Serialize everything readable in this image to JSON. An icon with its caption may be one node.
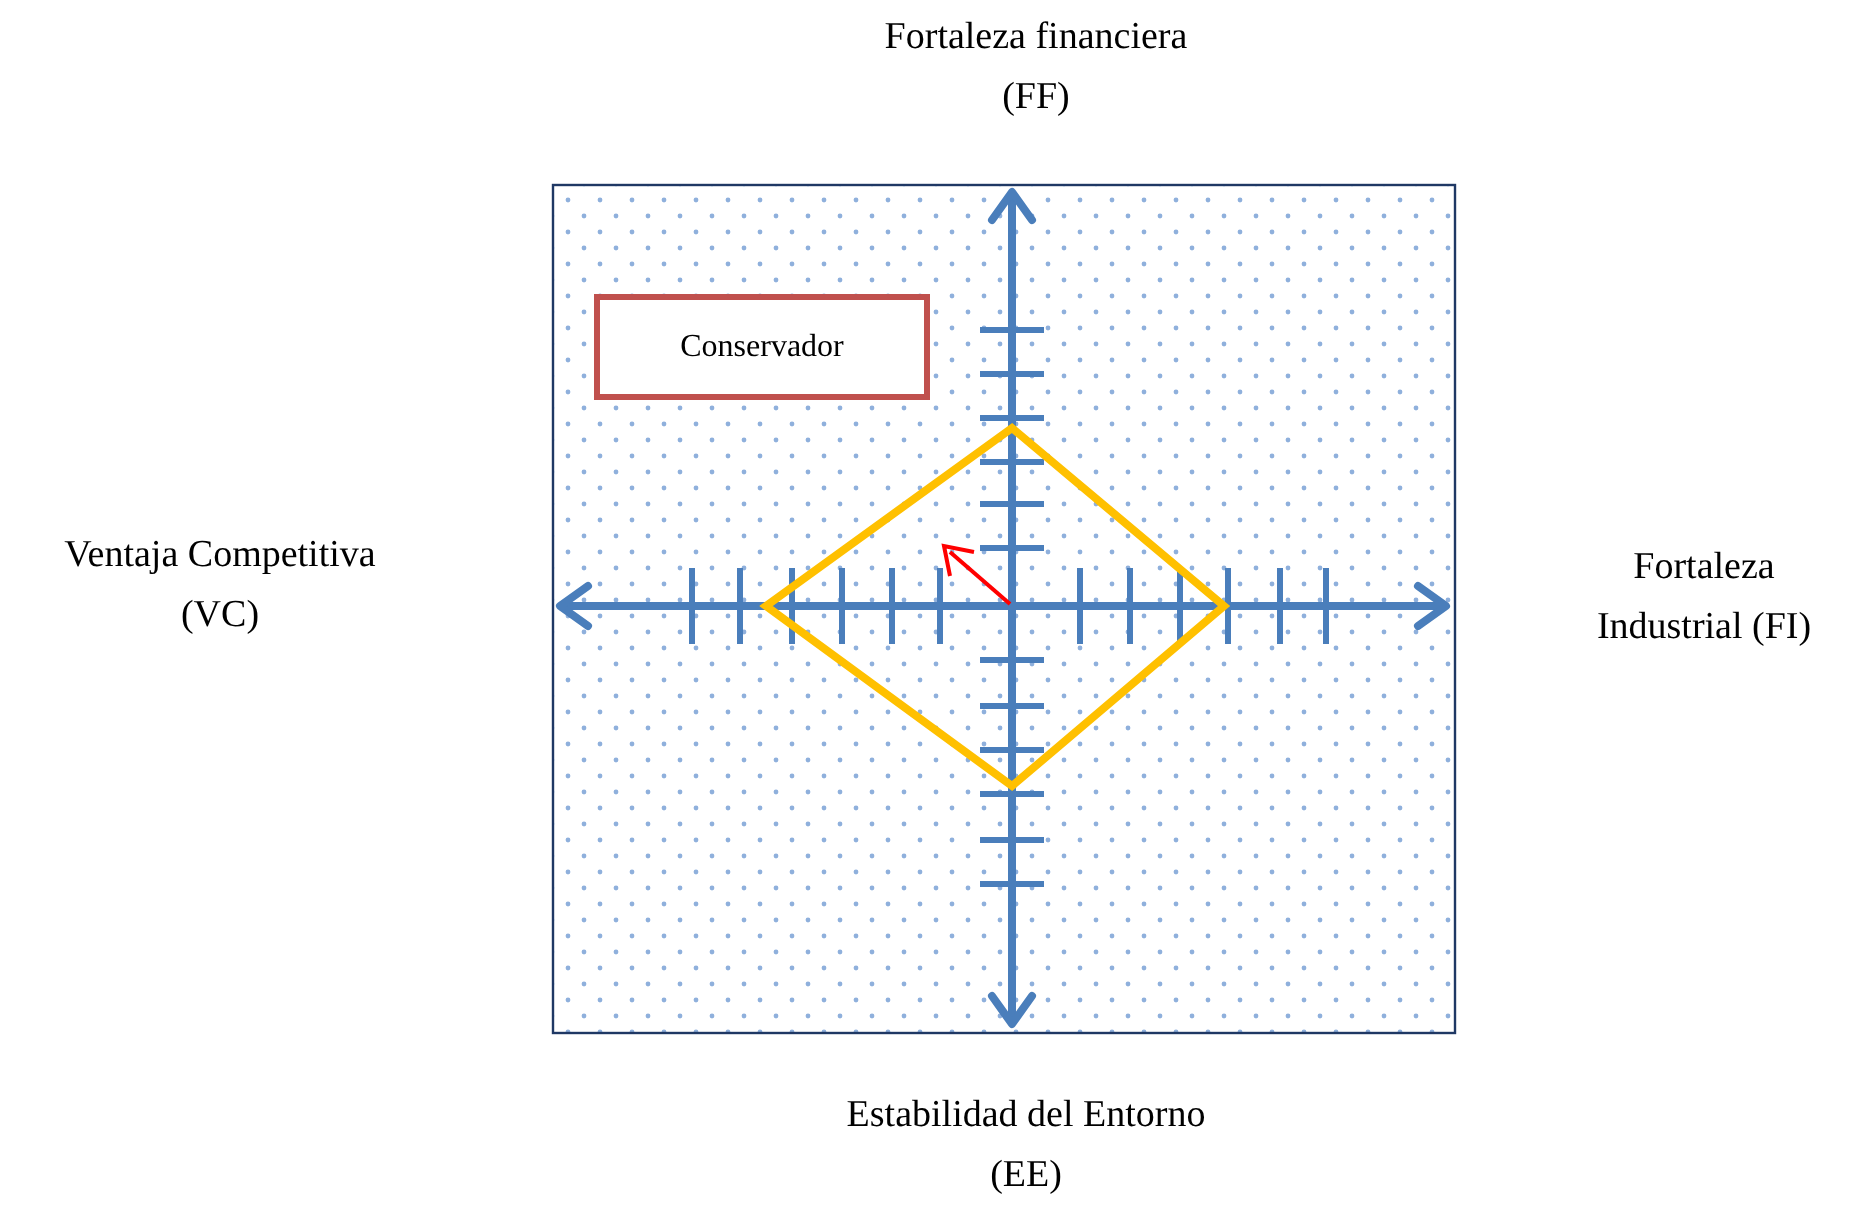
{
  "diagram": {
    "nodes": [
      {
        "text": [
          "Conservador"
        ]
      }
    ],
    "labels": [
      "Fortaleza financiera (FF)",
      "Ventaja Competitiva (VC)",
      "Fortaleza Industrial (FI)",
      "Estabilidad del Entorno (EE)"
    ]
  }
}
